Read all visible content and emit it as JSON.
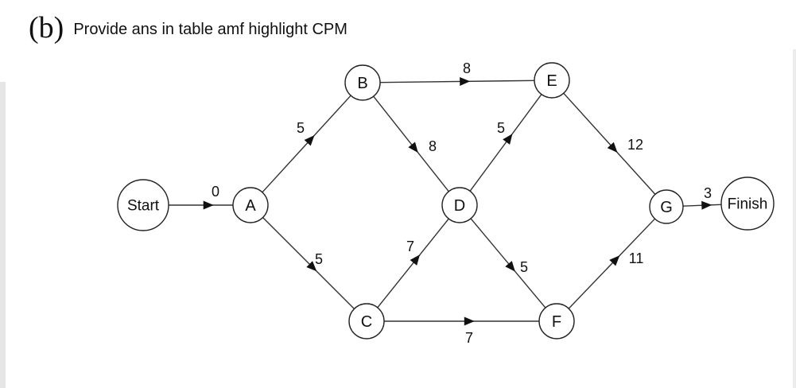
{
  "header": {
    "part_label": "(b)",
    "instruction": "Provide ans in table amf highlight CPM"
  },
  "network": {
    "nodes": [
      {
        "id": "start",
        "label": "Start"
      },
      {
        "id": "A",
        "label": "A"
      },
      {
        "id": "B",
        "label": "B"
      },
      {
        "id": "C",
        "label": "C"
      },
      {
        "id": "D",
        "label": "D"
      },
      {
        "id": "E",
        "label": "E"
      },
      {
        "id": "F",
        "label": "F"
      },
      {
        "id": "G",
        "label": "G"
      },
      {
        "id": "finish",
        "label": "Finish"
      }
    ],
    "edges": [
      {
        "from": "start",
        "to": "A",
        "duration": "0"
      },
      {
        "from": "A",
        "to": "B",
        "duration": "5"
      },
      {
        "from": "A",
        "to": "C",
        "duration": "5"
      },
      {
        "from": "B",
        "to": "E",
        "duration": "8"
      },
      {
        "from": "B",
        "to": "D",
        "duration": "8"
      },
      {
        "from": "C",
        "to": "D",
        "duration": "7"
      },
      {
        "from": "C",
        "to": "F",
        "duration": "7"
      },
      {
        "from": "D",
        "to": "E",
        "duration": "5"
      },
      {
        "from": "D",
        "to": "F",
        "duration": "5"
      },
      {
        "from": "E",
        "to": "G",
        "duration": "12"
      },
      {
        "from": "F",
        "to": "G",
        "duration": "11"
      },
      {
        "from": "G",
        "to": "finish",
        "duration": "3"
      }
    ]
  }
}
